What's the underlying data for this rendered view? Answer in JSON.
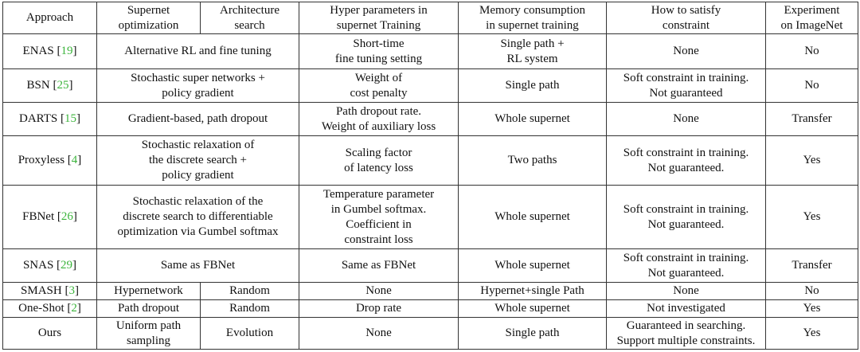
{
  "header": {
    "approach": "Approach",
    "supernet_opt": "Supernet\noptimization",
    "arch_search": "Architecture\nsearch",
    "hyper": "Hyper parameters in\nsupernet Training",
    "memory": "Memory consumption\nin supernet training",
    "constraint": "How to satisfy\nconstraint",
    "imagenet": "Experiment\non ImageNet"
  },
  "rows": [
    {
      "approach": "ENAS",
      "cite": "19",
      "method": "Alternative RL and fine tuning",
      "hyper": "Short-time\nfine tuning setting",
      "memory": "Single path +\nRL system",
      "constraint": "None",
      "imagenet": "No"
    },
    {
      "approach": "BSN",
      "cite": "25",
      "method": "Stochastic super networks +\npolicy gradient",
      "hyper": "Weight of\ncost penalty",
      "memory": "Single path",
      "constraint": "Soft constraint in training.\nNot guaranteed",
      "imagenet": "No"
    },
    {
      "approach": "DARTS",
      "cite": "15",
      "method": "Gradient-based, path dropout",
      "hyper": "Path dropout rate.\nWeight of auxiliary loss",
      "memory": "Whole supernet",
      "constraint": "None",
      "imagenet": "Transfer"
    },
    {
      "approach": "Proxyless",
      "cite": "4",
      "method": "Stochastic relaxation of\nthe discrete search +\npolicy gradient",
      "hyper": "Scaling factor\nof latency loss",
      "memory": "Two paths",
      "constraint": "Soft constraint in training.\nNot guaranteed.",
      "imagenet": "Yes"
    },
    {
      "approach": "FBNet",
      "cite": "26",
      "method": "Stochastic relaxation of the\ndiscrete search to differentiable\noptimization via Gumbel softmax",
      "hyper": "Temperature parameter\nin Gumbel softmax.\nCoefficient in\nconstraint loss",
      "memory": "Whole supernet",
      "constraint": "Soft constraint in training.\nNot guaranteed.",
      "imagenet": "Yes"
    },
    {
      "approach": "SNAS",
      "cite": "29",
      "method": "Same as FBNet",
      "hyper": "Same as FBNet",
      "memory": "Whole supernet",
      "constraint": "Soft constraint in training.\nNot guaranteed.",
      "imagenet": "Transfer"
    },
    {
      "approach": "SMASH",
      "cite": "3",
      "opt": "Hypernetwork",
      "search": "Random",
      "hyper": "None",
      "memory": "Hypernet+single Path",
      "constraint": "None",
      "imagenet": "No"
    },
    {
      "approach": "One-Shot",
      "cite": "2",
      "opt": "Path dropout",
      "search": "Random",
      "hyper": "Drop rate",
      "memory": "Whole supernet",
      "constraint": "Not investigated",
      "imagenet": "Yes"
    },
    {
      "approach": "Ours",
      "cite": "",
      "opt": "Uniform path\nsampling",
      "search": "Evolution",
      "hyper": "None",
      "memory": "Single path",
      "constraint": "Guaranteed in searching.\nSupport multiple constraints.",
      "imagenet": "Yes"
    }
  ],
  "colors": {
    "citation": "#3cb43c",
    "border": "#333333",
    "text": "#111111"
  }
}
